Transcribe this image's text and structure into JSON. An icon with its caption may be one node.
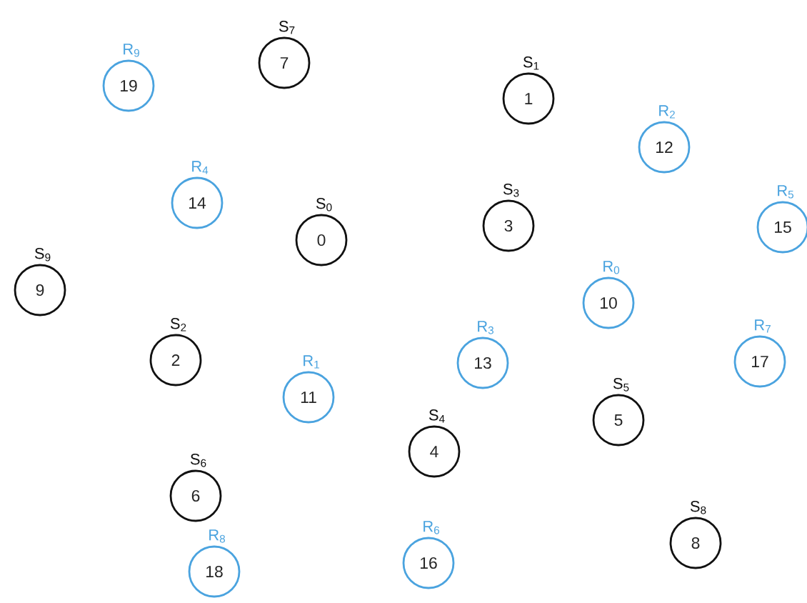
{
  "diagram": {
    "nodes": [
      {
        "text": [
          "7"
        ],
        "beside": [
          "S$_{7}$"
        ]
      },
      {
        "text": [
          "19"
        ],
        "beside": [
          "R$_{9}$"
        ]
      },
      {
        "text": [
          "1"
        ],
        "beside": [
          "S$_{1}$"
        ]
      },
      {
        "text": [
          "12"
        ],
        "beside": [
          "R$_{2}$"
        ]
      },
      {
        "text": [
          "14"
        ],
        "beside": [
          "R$_{4}$"
        ]
      },
      {
        "text": [
          "3"
        ],
        "beside": [
          "S$_{3}$"
        ]
      },
      {
        "text": [
          "15"
        ],
        "beside": [
          "R$_{5}$"
        ]
      },
      {
        "text": [
          "0"
        ],
        "beside": [
          "S$_{0}$"
        ]
      },
      {
        "text": [
          "9"
        ],
        "beside": [
          "S$_{9}$"
        ]
      },
      {
        "text": [
          "10"
        ],
        "beside": [
          "R$_{0}$"
        ]
      },
      {
        "text": [
          "2"
        ],
        "beside": [
          "S$_{2}$"
        ]
      },
      {
        "text": [
          "17"
        ],
        "beside": [
          "R$_{7}$"
        ]
      },
      {
        "text": [
          "13"
        ],
        "beside": [
          "R$_{3}$"
        ]
      },
      {
        "text": [
          "11"
        ],
        "beside": [
          "R$_{1}$"
        ]
      },
      {
        "text": [
          "5"
        ],
        "beside": [
          "S$_{5}$"
        ]
      },
      {
        "text": [
          "4"
        ],
        "beside": [
          "S$_{4}$"
        ]
      },
      {
        "text": [
          "6"
        ],
        "beside": [
          "S$_{6}$"
        ]
      },
      {
        "text": [
          "8"
        ],
        "beside": [
          "S$_{8}$"
        ]
      },
      {
        "text": [
          "16"
        ],
        "beside": [
          "R$_{6}$"
        ]
      },
      {
        "text": [
          "18"
        ],
        "beside": [
          "R$_{8}$"
        ]
      }
    ]
  }
}
